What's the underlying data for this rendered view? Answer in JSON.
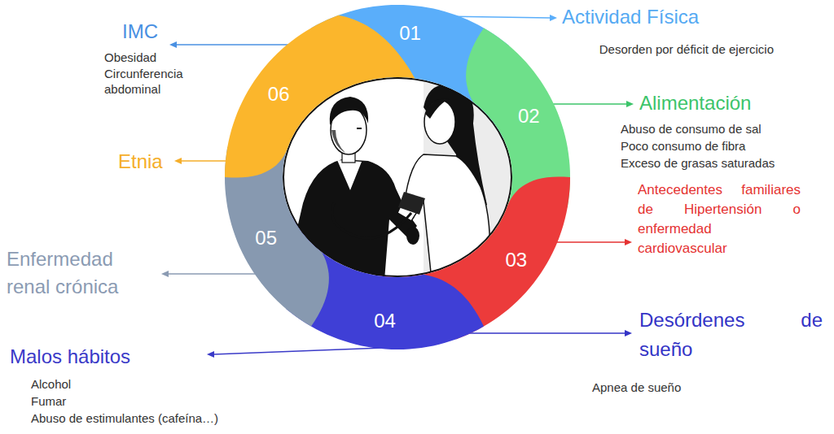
{
  "diagram": {
    "nodes": [
      {
        "text": [
          "01"
        ]
      },
      {
        "text": [
          "02"
        ]
      },
      {
        "text": [
          "03"
        ]
      },
      {
        "text": [
          "04"
        ]
      },
      {
        "text": [
          "05"
        ]
      },
      {
        "text": [
          "06"
        ]
      }
    ],
    "labels": [
      "Actividad Física",
      "Desorden por déficit de ejercicio",
      "IMC",
      "Obesidad",
      "Circunferencia abdominal",
      "Alimentación",
      "Abuso de consumo de sal",
      "Poco consumo de fibra",
      "Exceso de grasas saturadas",
      "Antecedentes familiares de Hipertensión o enfermedad cardiovascular",
      "Desórdenes de sueño",
      "Apnea de sueño",
      "Etnia",
      "Enfermedad renal crónica",
      "Malos hábitos",
      "Alcohol",
      "Fumar",
      "Abuso de estimulantes (cafeína…)"
    ]
  }
}
